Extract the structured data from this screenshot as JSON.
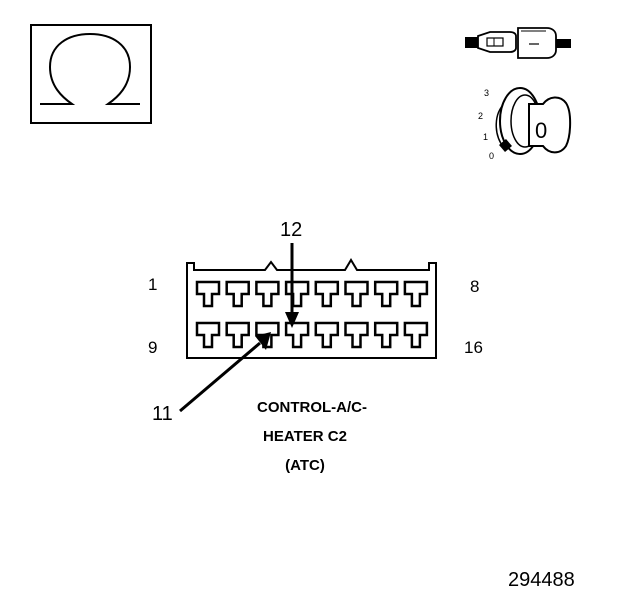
{
  "ohmmeter_symbol": {
    "icon": "ohm-omega-icon"
  },
  "connector_icon": {
    "icon": "harness-connector-icon"
  },
  "ignition_key": {
    "icon": "ignition-key-icon",
    "positions": [
      "3",
      "2",
      "1",
      "0"
    ],
    "key_label": "0"
  },
  "connector": {
    "pin_row_labels": {
      "top_left": "1",
      "top_right": "8",
      "bottom_left": "9",
      "bottom_right": "16"
    },
    "callouts": [
      {
        "label": "12",
        "pin": 12
      },
      {
        "label": "11",
        "pin": 11
      }
    ],
    "caption_lines": [
      "CONTROL-A/C-",
      "HEATER C2",
      "(ATC)"
    ]
  },
  "figure_number": "294488"
}
